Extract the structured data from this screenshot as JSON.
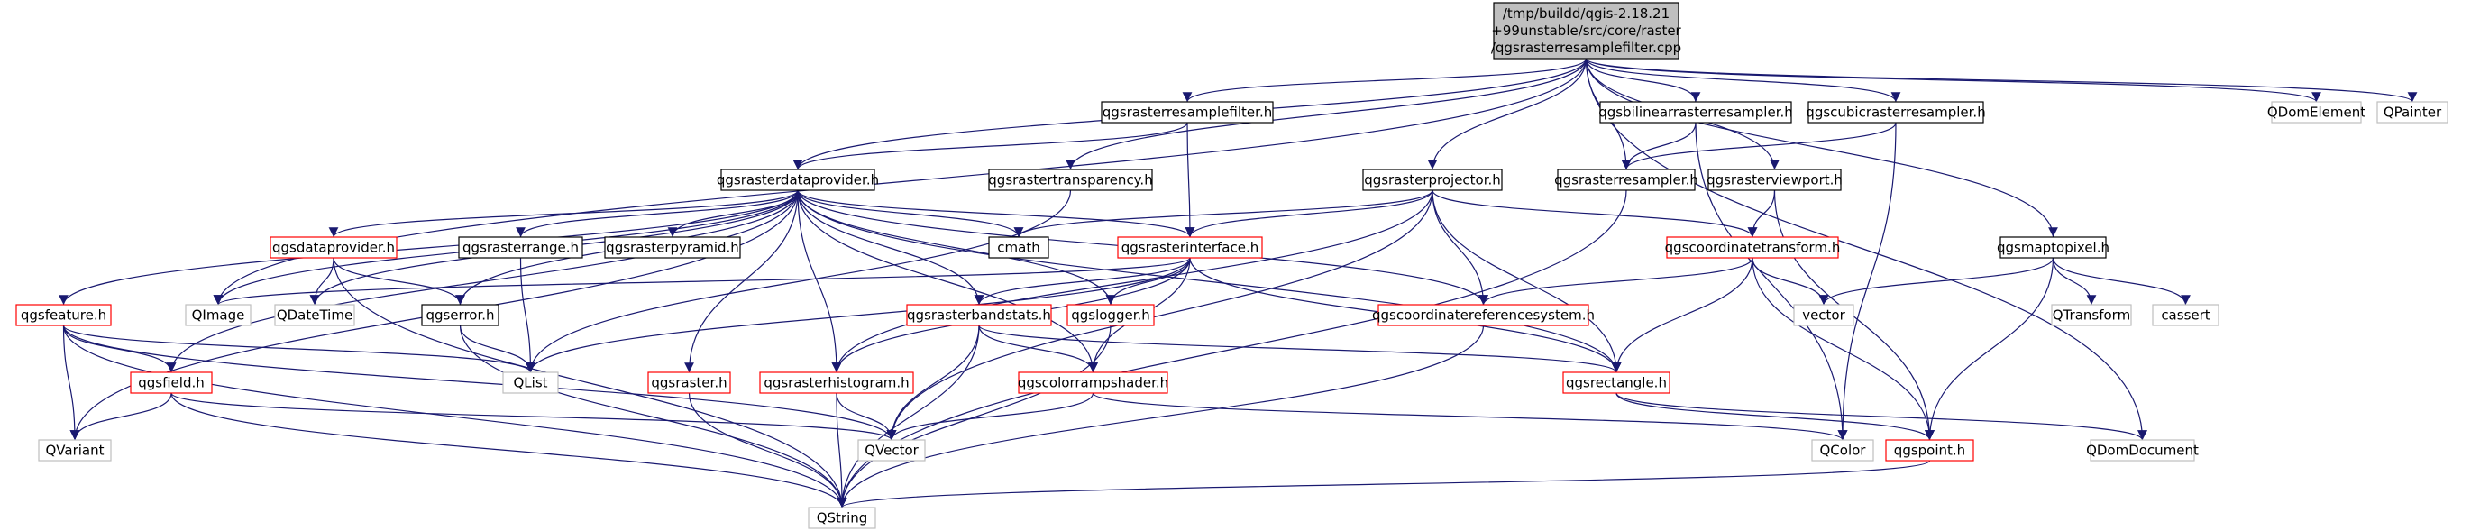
{
  "colors": {
    "edge": "#191970",
    "root_fill": "#bfbfbf",
    "root_border": "#000000",
    "documented_border": "#000000",
    "undocumented_border": "#ff0000",
    "external_border": "#bfbfbf",
    "external_text": "#666666",
    "background": "#ffffff"
  },
  "nodes": [
    {
      "id": "root",
      "lines": [
        "/tmp/buildd/qgis-2.18.21",
        "+99unstable/src/core/raster",
        "/qgsrasterresamplefilter.cpp"
      ],
      "kind": "root"
    },
    {
      "id": "resamplefilter_h",
      "lines": [
        "qgsrasterresamplefilter.h"
      ],
      "kind": "documented"
    },
    {
      "id": "bilinear_h",
      "lines": [
        "qgsbilinearrasterresampler.h"
      ],
      "kind": "documented"
    },
    {
      "id": "cubic_h",
      "lines": [
        "qgscubicrasterresampler.h"
      ],
      "kind": "documented"
    },
    {
      "id": "qdomelement",
      "lines": [
        "QDomElement"
      ],
      "kind": "external"
    },
    {
      "id": "qpainter",
      "lines": [
        "QPainter"
      ],
      "kind": "external"
    },
    {
      "id": "dataprovider_h",
      "lines": [
        "qgsrasterdataprovider.h"
      ],
      "kind": "documented"
    },
    {
      "id": "transparency_h",
      "lines": [
        "qgsrastertransparency.h"
      ],
      "kind": "documented"
    },
    {
      "id": "projector_h",
      "lines": [
        "qgsrasterprojector.h"
      ],
      "kind": "documented"
    },
    {
      "id": "resampler_h",
      "lines": [
        "qgsrasterresampler.h"
      ],
      "kind": "documented"
    },
    {
      "id": "viewport_h",
      "lines": [
        "qgsrasterviewport.h"
      ],
      "kind": "documented"
    },
    {
      "id": "maptopixel_h",
      "lines": [
        "qgsmaptopixel.h"
      ],
      "kind": "documented"
    },
    {
      "id": "cmath",
      "lines": [
        "cmath"
      ],
      "kind": "documented"
    },
    {
      "id": "interface_h",
      "lines": [
        "qgsrasterinterface.h"
      ],
      "kind": "undocumented"
    },
    {
      "id": "coordtransform_h",
      "lines": [
        "qgscoordinatetransform.h"
      ],
      "kind": "undocumented"
    },
    {
      "id": "qgsdataprovider_h",
      "lines": [
        "qgsdataprovider.h"
      ],
      "kind": "undocumented"
    },
    {
      "id": "range_h",
      "lines": [
        "qgsrasterrange.h"
      ],
      "kind": "documented"
    },
    {
      "id": "pyramid_h",
      "lines": [
        "qgsrasterpyramid.h"
      ],
      "kind": "documented"
    },
    {
      "id": "feature_h",
      "lines": [
        "qgsfeature.h"
      ],
      "kind": "undocumented"
    },
    {
      "id": "qimage",
      "lines": [
        "QImage"
      ],
      "kind": "external"
    },
    {
      "id": "qdatetime",
      "lines": [
        "QDateTime"
      ],
      "kind": "external"
    },
    {
      "id": "error_h",
      "lines": [
        "qgserror.h"
      ],
      "kind": "documented"
    },
    {
      "id": "bandstats_h",
      "lines": [
        "qgsrasterbandstats.h"
      ],
      "kind": "undocumented"
    },
    {
      "id": "logger_h",
      "lines": [
        "qgslogger.h"
      ],
      "kind": "undocumented"
    },
    {
      "id": "crs_h",
      "lines": [
        "qgscoordinatereferencesystem.h"
      ],
      "kind": "undocumented"
    },
    {
      "id": "vector",
      "lines": [
        "vector"
      ],
      "kind": "external"
    },
    {
      "id": "qtransform",
      "lines": [
        "QTransform"
      ],
      "kind": "external"
    },
    {
      "id": "cassert",
      "lines": [
        "cassert"
      ],
      "kind": "external"
    },
    {
      "id": "field_h",
      "lines": [
        "qgsfield.h"
      ],
      "kind": "undocumented"
    },
    {
      "id": "qlist",
      "lines": [
        "QList"
      ],
      "kind": "external"
    },
    {
      "id": "raster_h",
      "lines": [
        "qgsraster.h"
      ],
      "kind": "undocumented"
    },
    {
      "id": "histogram_h",
      "lines": [
        "qgsrasterhistogram.h"
      ],
      "kind": "undocumented"
    },
    {
      "id": "colorramp_h",
      "lines": [
        "qgscolorrampshader.h"
      ],
      "kind": "undocumented"
    },
    {
      "id": "rectangle_h",
      "lines": [
        "qgsrectangle.h"
      ],
      "kind": "undocumented"
    },
    {
      "id": "qvariant",
      "lines": [
        "QVariant"
      ],
      "kind": "external"
    },
    {
      "id": "qvector",
      "lines": [
        "QVector"
      ],
      "kind": "external"
    },
    {
      "id": "qcolor",
      "lines": [
        "QColor"
      ],
      "kind": "external"
    },
    {
      "id": "point_h",
      "lines": [
        "qgspoint.h"
      ],
      "kind": "undocumented"
    },
    {
      "id": "qdomdocument",
      "lines": [
        "QDomDocument"
      ],
      "kind": "external"
    },
    {
      "id": "qstring",
      "lines": [
        "QString"
      ],
      "kind": "external"
    }
  ],
  "edges": [
    [
      "root",
      "resamplefilter_h"
    ],
    [
      "root",
      "bilinear_h"
    ],
    [
      "root",
      "cubic_h"
    ],
    [
      "root",
      "qdomelement"
    ],
    [
      "root",
      "qpainter"
    ],
    [
      "root",
      "dataprovider_h"
    ],
    [
      "root",
      "transparency_h"
    ],
    [
      "root",
      "projector_h"
    ],
    [
      "root",
      "resampler_h"
    ],
    [
      "root",
      "viewport_h"
    ],
    [
      "root",
      "maptopixel_h"
    ],
    [
      "root",
      "qimage"
    ],
    [
      "root",
      "qdomdocument"
    ],
    [
      "resamplefilter_h",
      "dataprovider_h"
    ],
    [
      "resamplefilter_h",
      "interface_h"
    ],
    [
      "bilinear_h",
      "resampler_h"
    ],
    [
      "bilinear_h",
      "qcolor"
    ],
    [
      "cubic_h",
      "resampler_h"
    ],
    [
      "cubic_h",
      "qcolor"
    ],
    [
      "transparency_h",
      "qlist"
    ],
    [
      "resampler_h",
      "qstring"
    ],
    [
      "viewport_h",
      "coordtransform_h"
    ],
    [
      "viewport_h",
      "point_h"
    ],
    [
      "maptopixel_h",
      "vector"
    ],
    [
      "maptopixel_h",
      "qtransform"
    ],
    [
      "maptopixel_h",
      "cassert"
    ],
    [
      "maptopixel_h",
      "point_h"
    ],
    [
      "projector_h",
      "cmath"
    ],
    [
      "projector_h",
      "interface_h"
    ],
    [
      "projector_h",
      "coordtransform_h"
    ],
    [
      "projector_h",
      "crs_h"
    ],
    [
      "projector_h",
      "rectangle_h"
    ],
    [
      "projector_h",
      "qvector"
    ],
    [
      "projector_h",
      "histogram_h"
    ],
    [
      "dataprovider_h",
      "cmath"
    ],
    [
      "dataprovider_h",
      "interface_h"
    ],
    [
      "dataprovider_h",
      "qgsdataprovider_h"
    ],
    [
      "dataprovider_h",
      "range_h"
    ],
    [
      "dataprovider_h",
      "pyramid_h"
    ],
    [
      "dataprovider_h",
      "feature_h"
    ],
    [
      "dataprovider_h",
      "qimage"
    ],
    [
      "dataprovider_h",
      "qdatetime"
    ],
    [
      "dataprovider_h",
      "error_h"
    ],
    [
      "dataprovider_h",
      "bandstats_h"
    ],
    [
      "dataprovider_h",
      "logger_h"
    ],
    [
      "dataprovider_h",
      "crs_h"
    ],
    [
      "dataprovider_h",
      "field_h"
    ],
    [
      "dataprovider_h",
      "raster_h"
    ],
    [
      "dataprovider_h",
      "histogram_h"
    ],
    [
      "dataprovider_h",
      "colorramp_h"
    ],
    [
      "dataprovider_h",
      "rectangle_h"
    ],
    [
      "dataprovider_h",
      "qvariant"
    ],
    [
      "interface_h",
      "qimage"
    ],
    [
      "interface_h",
      "bandstats_h"
    ],
    [
      "interface_h",
      "logger_h"
    ],
    [
      "interface_h",
      "qlist"
    ],
    [
      "interface_h",
      "rectangle_h"
    ],
    [
      "interface_h",
      "histogram_h"
    ],
    [
      "interface_h",
      "colorramp_h"
    ],
    [
      "coordtransform_h",
      "crs_h"
    ],
    [
      "coordtransform_h",
      "vector"
    ],
    [
      "coordtransform_h",
      "rectangle_h"
    ],
    [
      "coordtransform_h",
      "point_h"
    ],
    [
      "qgsdataprovider_h",
      "qdatetime"
    ],
    [
      "qgsdataprovider_h",
      "error_h"
    ],
    [
      "qgsdataprovider_h",
      "qstring"
    ],
    [
      "range_h",
      "qlist"
    ],
    [
      "error_h",
      "qlist"
    ],
    [
      "error_h",
      "qstring"
    ],
    [
      "feature_h",
      "field_h"
    ],
    [
      "feature_h",
      "qlist"
    ],
    [
      "feature_h",
      "qvariant"
    ],
    [
      "feature_h",
      "qvector"
    ],
    [
      "feature_h",
      "qstring"
    ],
    [
      "field_h",
      "qvariant"
    ],
    [
      "field_h",
      "qvector"
    ],
    [
      "field_h",
      "qstring"
    ],
    [
      "bandstats_h",
      "colorramp_h"
    ],
    [
      "bandstats_h",
      "rectangle_h"
    ],
    [
      "bandstats_h",
      "qvector"
    ],
    [
      "bandstats_h",
      "qstring"
    ],
    [
      "logger_h",
      "qstring"
    ],
    [
      "crs_h",
      "qstring"
    ],
    [
      "raster_h",
      "qstring"
    ],
    [
      "histogram_h",
      "qvector"
    ],
    [
      "histogram_h",
      "qstring"
    ],
    [
      "colorramp_h",
      "qvector"
    ],
    [
      "colorramp_h",
      "qcolor"
    ],
    [
      "rectangle_h",
      "point_h"
    ],
    [
      "rectangle_h",
      "qdomdocument"
    ],
    [
      "point_h",
      "qstring"
    ]
  ]
}
